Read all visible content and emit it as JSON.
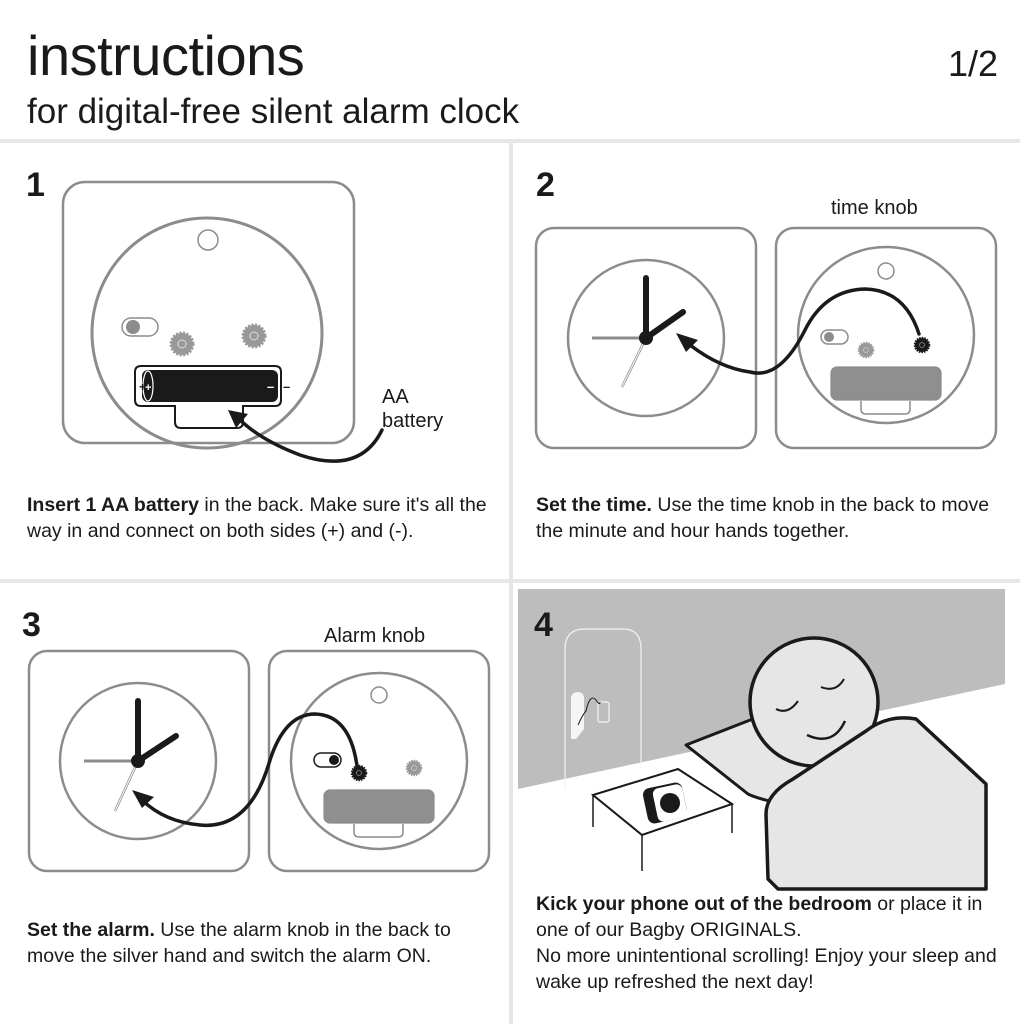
{
  "header": {
    "title": "instructions",
    "subtitle": "for digital-free silent alarm clock",
    "page": "1/2"
  },
  "steps": [
    {
      "number": "1",
      "label_line1": "AA",
      "label_line2": "battery",
      "battery_plus": "+",
      "battery_minus": "-",
      "desc_bold": "Insert 1 AA battery",
      "desc_rest": " in the back. Make sure it's all the way in and connect on both sides (+) and (-)."
    },
    {
      "number": "2",
      "label": "time knob",
      "desc_bold": "Set the time.",
      "desc_rest": " Use the time knob in the back to move the minute and hour hands together."
    },
    {
      "number": "3",
      "label": "Alarm knob",
      "desc_bold": "Set the alarm.",
      "desc_rest": " Use the alarm knob in the back to move the silver hand and switch the alarm ON."
    },
    {
      "number": "4",
      "desc_bold": "Kick your phone out of the bedroom",
      "desc_rest": " or place it in one of our Bagby ORIGINALS.",
      "desc_line2": "No more unintentional scrolling! Enjoy your sleep and wake up refreshed the next day!"
    }
  ],
  "colors": {
    "ink": "#1a1a1a",
    "outline_gray": "#8c8c8c",
    "divider": "#e6e6e6",
    "wall": "#bdbdbd",
    "bedding": "#e6e6e6",
    "gear_gray": "#999999",
    "battery_slot": "#8f8f8f"
  }
}
